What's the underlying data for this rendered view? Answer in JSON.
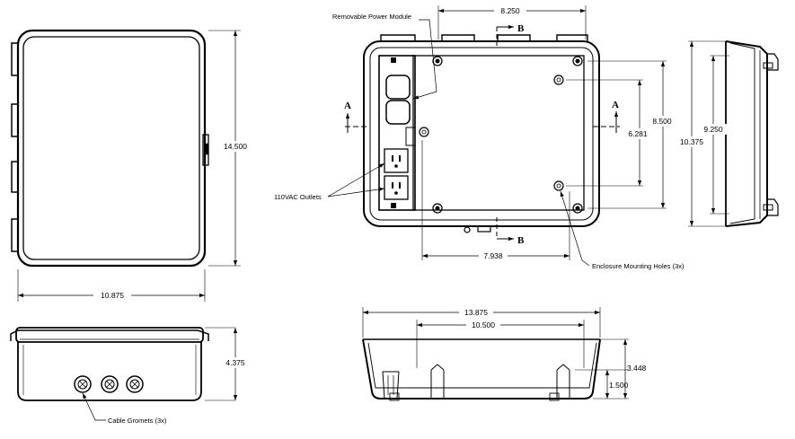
{
  "dimensions": {
    "front_width": "10.875",
    "front_height": "14.500",
    "side_height": "4.375",
    "interior_width": "8.250",
    "interior_height": "8.500",
    "hole_vertical": "6.281",
    "hole_horizontal": "7.938",
    "right_inner": "9.250",
    "right_outer": "10.375",
    "bottom_outer": "13.875",
    "bottom_inner": "10.500",
    "bottom_height": "3.448",
    "bottom_low": "1.500"
  },
  "callouts": {
    "power_module": "Removable Power Module",
    "outlets": "110VAC Outlets",
    "mounting_holes": "Enclosure Mounting Holes (3x)",
    "cable_gromets": "Cable Gromets (3x)"
  },
  "section_markers": {
    "a": "A",
    "b": "B"
  }
}
